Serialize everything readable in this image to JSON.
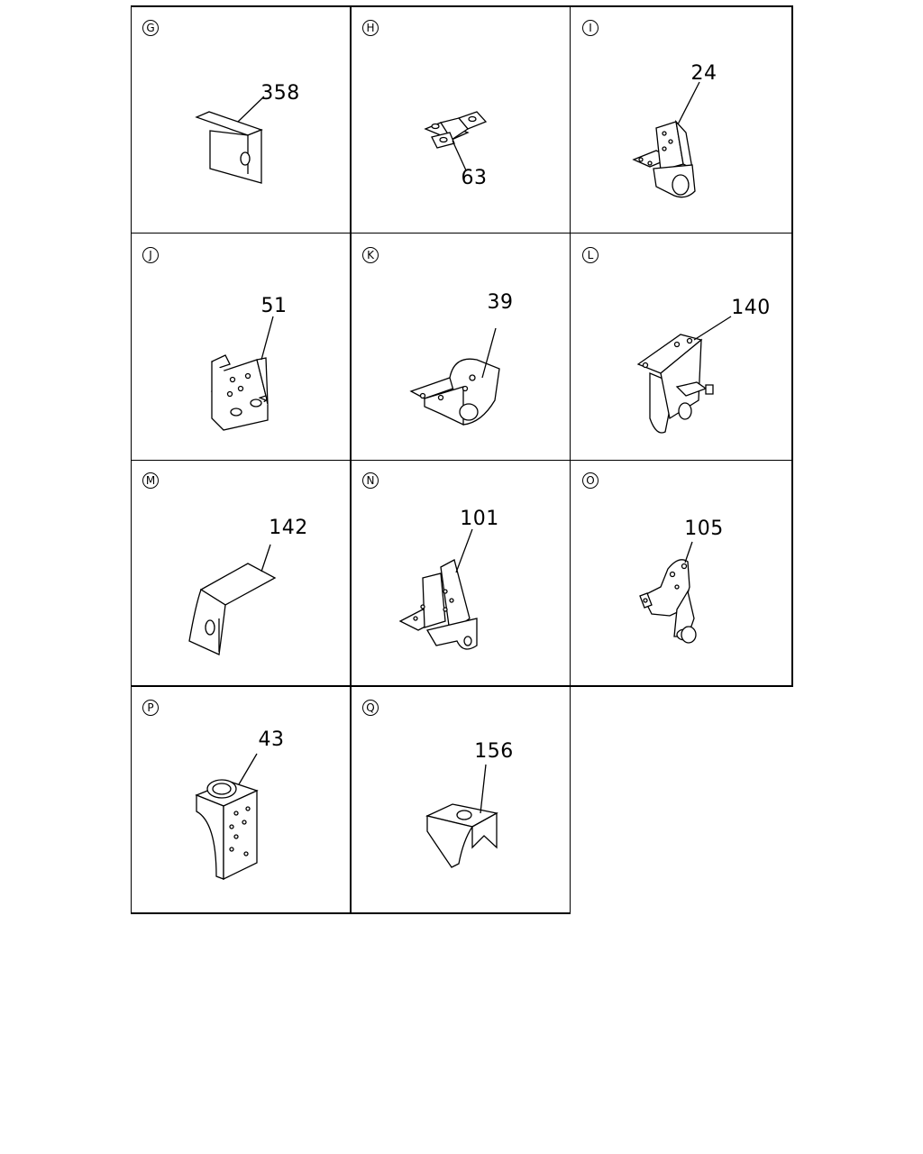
{
  "callouts": [
    {
      "letter": "G",
      "part_number": "358"
    },
    {
      "letter": "H",
      "part_number": "63"
    },
    {
      "letter": "I",
      "part_number": "24"
    },
    {
      "letter": "J",
      "part_number": "51"
    },
    {
      "letter": "K",
      "part_number": "39"
    },
    {
      "letter": "L",
      "part_number": "140"
    },
    {
      "letter": "M",
      "part_number": "142"
    },
    {
      "letter": "N",
      "part_number": "101"
    },
    {
      "letter": "O",
      "part_number": "105"
    },
    {
      "letter": "P",
      "part_number": "43"
    },
    {
      "letter": "Q",
      "part_number": "156"
    }
  ]
}
